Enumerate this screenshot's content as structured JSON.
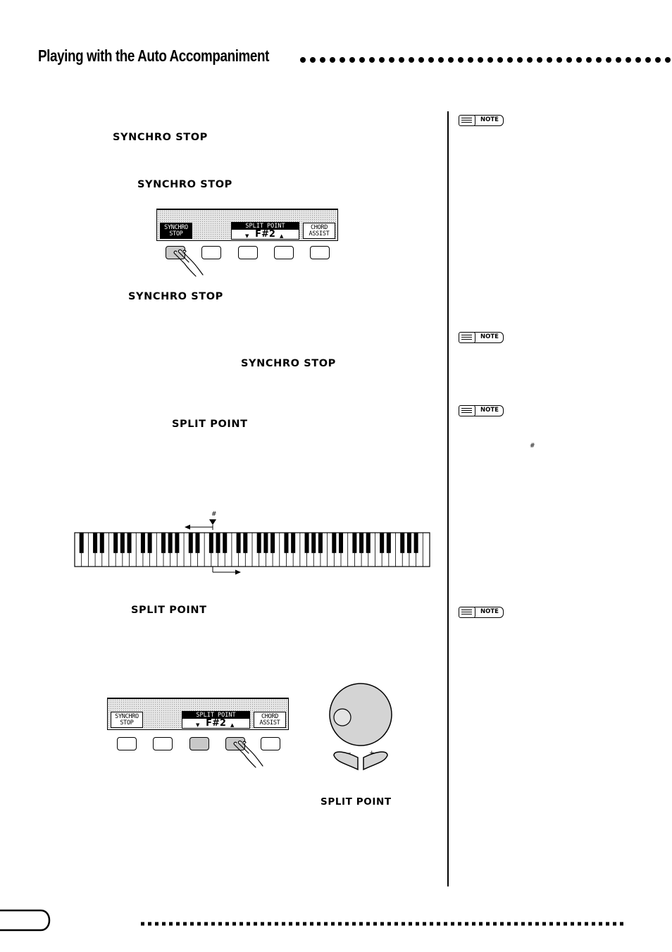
{
  "header": {
    "title": "Playing with the Auto Accompaniment"
  },
  "labels": {
    "synchro_stop_1": "SYNCHRO STOP",
    "synchro_stop_2": "SYNCHRO STOP",
    "synchro_stop_3": "SYNCHRO STOP",
    "synchro_stop_4": "SYNCHRO STOP",
    "split_point_1": "SPLIT POINT",
    "split_point_2": "SPLIT POINT",
    "split_point_3": "SPLIT POINT"
  },
  "notes": {
    "badge_label": "NOTE",
    "sharp_symbol": "#"
  },
  "panel_top": {
    "box1_line1": "SYNCHRO",
    "box1_line2": "STOP",
    "split_header": "SPLIT POINT",
    "split_value": "F#2",
    "box3_line1": "CHORD",
    "box3_line2": "ASSIST"
  },
  "panel_bottom": {
    "box1_line1": "SYNCHRO",
    "box1_line2": "STOP",
    "split_header": "SPLIT POINT",
    "split_value": "F#2",
    "box3_line1": "CHORD",
    "box3_line2": "ASSIST"
  },
  "keyboard": {
    "marker_symbol": "#"
  },
  "dial": {
    "minus": "–",
    "plus": "+"
  },
  "colors": {
    "ink": "#000000",
    "lcd_screen": "#e6e6e6",
    "pressed_button": "#c8c8c8",
    "dial_fill": "#d4d4d4"
  }
}
